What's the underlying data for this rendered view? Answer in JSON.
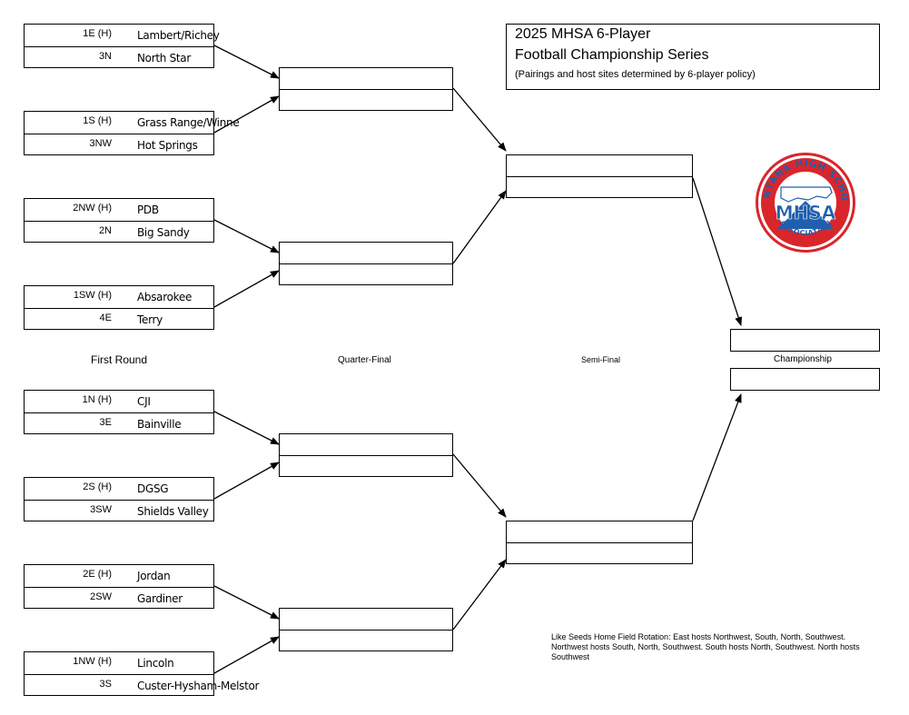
{
  "title": {
    "line1": "2025 MHSA 6-Player",
    "line2": "Football Championship Series",
    "subtitle": "(Pairings and host sites determined by 6-player policy)"
  },
  "round_labels": {
    "first_round": "First Round",
    "quarter_final": "Quarter-Final",
    "semi_final": "Semi-Final",
    "championship": "Championship"
  },
  "matchups": [
    {
      "top": {
        "seed": "1E (H)",
        "team": "Lambert/Richey"
      },
      "bottom": {
        "seed": "3N",
        "team": "North Star"
      }
    },
    {
      "top": {
        "seed": "1S (H)",
        "team": "Grass Range/Winne"
      },
      "bottom": {
        "seed": "3NW",
        "team": "Hot Springs"
      }
    },
    {
      "top": {
        "seed": "2NW (H)",
        "team": "PDB"
      },
      "bottom": {
        "seed": "2N",
        "team": "Big Sandy"
      }
    },
    {
      "top": {
        "seed": "1SW (H)",
        "team": "Absarokee"
      },
      "bottom": {
        "seed": "4E",
        "team": "Terry"
      }
    },
    {
      "top": {
        "seed": "1N (H)",
        "team": "CJI"
      },
      "bottom": {
        "seed": "3E",
        "team": "Bainville"
      }
    },
    {
      "top": {
        "seed": "2S (H)",
        "team": "DGSG"
      },
      "bottom": {
        "seed": "3SW",
        "team": "Shields Valley"
      }
    },
    {
      "top": {
        "seed": "2E (H)",
        "team": "Jordan"
      },
      "bottom": {
        "seed": "2SW",
        "team": "Gardiner"
      }
    },
    {
      "top": {
        "seed": "1NW (H)",
        "team": "Lincoln"
      },
      "bottom": {
        "seed": "3S",
        "team": "Custer-Hysham-Melstor"
      }
    }
  ],
  "logo": {
    "arc_text": "MONTANA HIGH SCHOOL",
    "center_text": "MHSA",
    "bottom_text": "ASSOCIATION",
    "primary_color": "#d9262b",
    "secondary_color": "#1f5fae"
  },
  "note": "Like Seeds Home Field Rotation: East hosts Northwest, South, North, Southwest. Northwest hosts South, North, Southwest. South hosts North, Southwest. North hosts Southwest"
}
